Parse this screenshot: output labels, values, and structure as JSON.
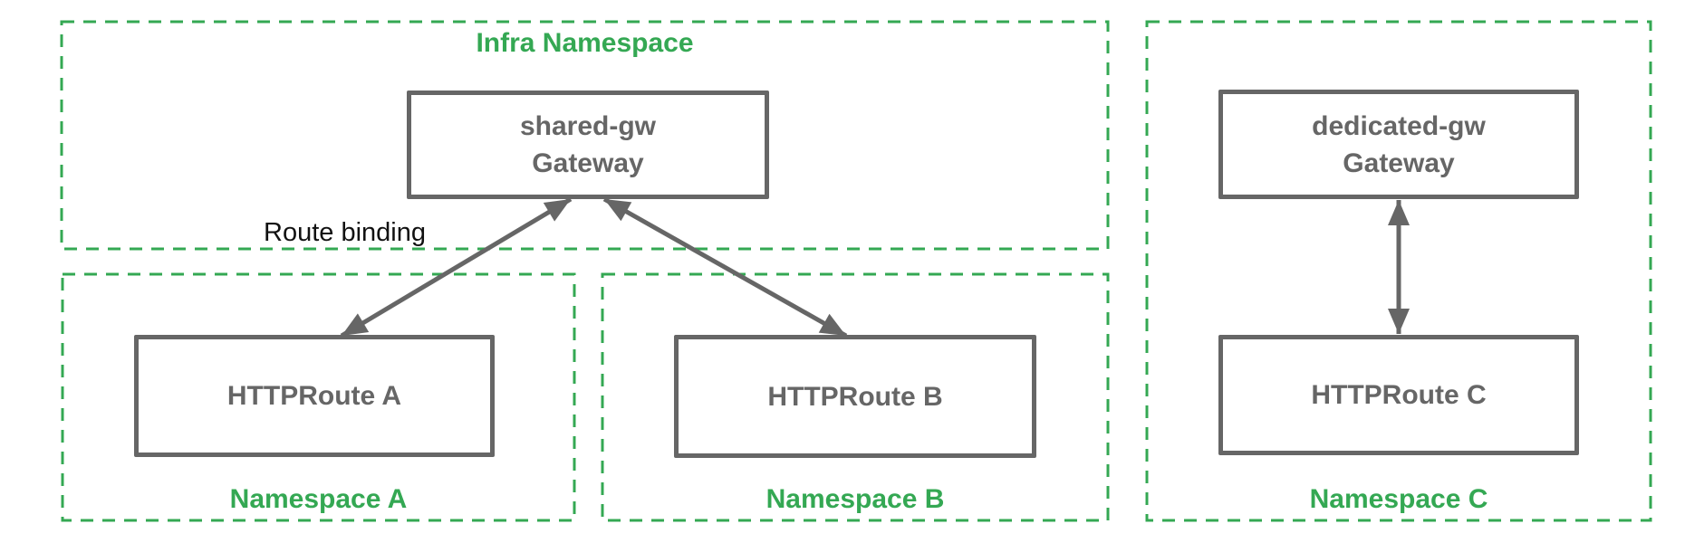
{
  "diagram": {
    "title": "",
    "kind": "kubernetes-gateway-namespace-route-binding"
  },
  "colors": {
    "namespace_border_green": "#34A853",
    "namespace_label_green": "#34A853",
    "node_border_gray": "#666666",
    "node_text_gray": "#666666",
    "arrow_gray": "#666666",
    "annotation_black": "#111111",
    "background": "#ffffff"
  },
  "namespaces": {
    "infra": {
      "label": "Infra Namespace",
      "label_position": "top"
    },
    "a": {
      "label": "Namespace A",
      "label_position": "bottom"
    },
    "b": {
      "label": "Namespace B",
      "label_position": "bottom"
    },
    "c": {
      "label": "Namespace C",
      "label_position": "bottom"
    }
  },
  "boxes": {
    "shared_gw": {
      "title": "shared-gw",
      "subtitle": "Gateway",
      "namespace": "Infra Namespace"
    },
    "dedicated_gw": {
      "title": "dedicated-gw",
      "subtitle": "Gateway",
      "namespace": "Namespace C"
    },
    "route_a": {
      "title": "HTTPRoute A",
      "namespace": "Namespace A"
    },
    "route_b": {
      "title": "HTTPRoute B",
      "namespace": "Namespace B"
    },
    "route_c": {
      "title": "HTTPRoute C",
      "namespace": "Namespace C"
    }
  },
  "annotations": {
    "route_binding": "Route binding"
  },
  "edges": [
    {
      "from": "HTTPRoute A",
      "to": "shared-gw Gateway",
      "style": "double-headed-arrow",
      "label": "Route binding"
    },
    {
      "from": "HTTPRoute B",
      "to": "shared-gw Gateway",
      "style": "double-headed-arrow",
      "label": ""
    },
    {
      "from": "HTTPRoute C",
      "to": "dedicated-gw Gateway",
      "style": "double-headed-arrow",
      "label": ""
    }
  ]
}
